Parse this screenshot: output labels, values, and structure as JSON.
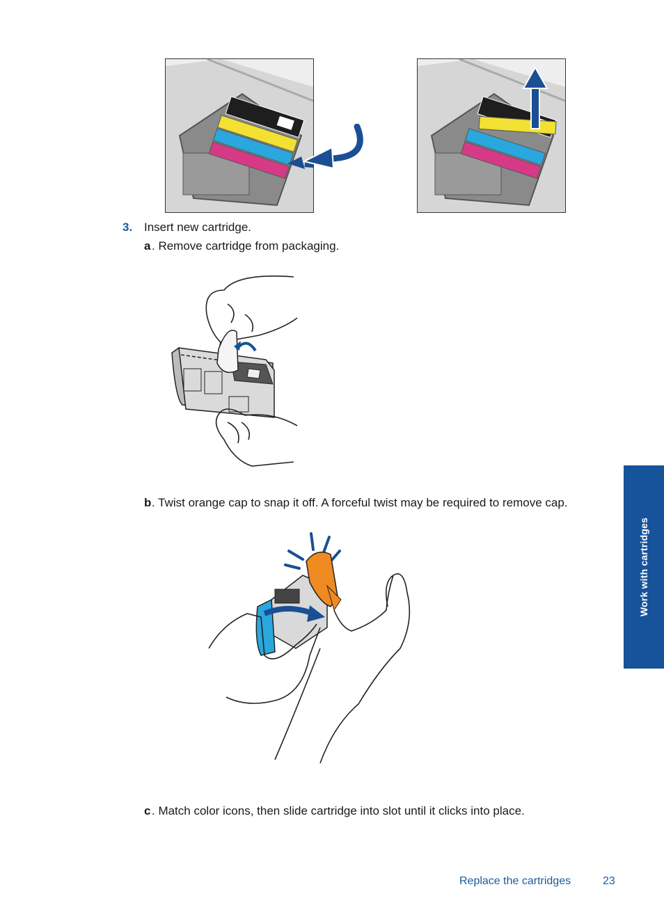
{
  "steps": {
    "step3": {
      "number": "3.",
      "text": "Insert new cartridge.",
      "subs": {
        "a": {
          "letter": "a",
          "text": ". Remove cartridge from packaging."
        },
        "b": {
          "letter": "b",
          "text": ". Twist orange cap to snap it off. A forceful twist may be required to remove cap."
        },
        "c": {
          "letter": "c",
          "text": ". Match color icons, then slide cartridge into slot until it clicks into place."
        }
      }
    }
  },
  "side_tab": {
    "label": "Work with cartridges"
  },
  "footer": {
    "section": "Replace the cartridges",
    "page": "23"
  },
  "colors": {
    "accent_blue": "#1b5a9e",
    "tab_blue": "#16539a",
    "cyan": "#2aa7df",
    "magenta": "#d63a86",
    "yellow": "#f2e032",
    "orange_cap": "#ef8a22"
  },
  "figures": [
    {
      "id": "remove-old-cartridge-lift-latch",
      "icon": "cartridge-carriage-rotate-arrow"
    },
    {
      "id": "remove-old-cartridge-pull-up",
      "icon": "cartridge-carriage-up-arrow"
    },
    {
      "id": "remove-packaging",
      "icon": "peel-tab-hands"
    },
    {
      "id": "twist-orange-cap",
      "icon": "twist-cap-hands"
    }
  ]
}
